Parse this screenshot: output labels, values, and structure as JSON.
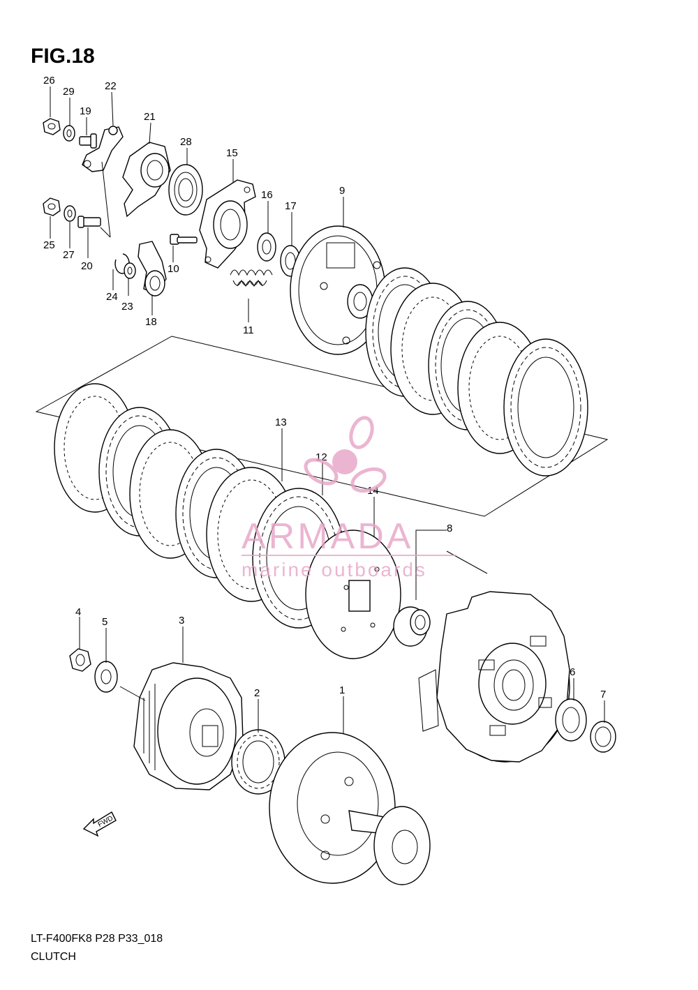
{
  "figure": {
    "title": "FIG.18",
    "code": "LT-F400FK8 P28 P33_018",
    "name": "CLUTCH"
  },
  "callouts": [
    "26",
    "29",
    "22",
    "19",
    "21",
    "28",
    "15",
    "16",
    "17",
    "9",
    "25",
    "27",
    "20",
    "10",
    "24",
    "23",
    "18",
    "11",
    "13",
    "12",
    "14",
    "8",
    "4",
    "5",
    "3",
    "2",
    "1",
    "6",
    "7"
  ],
  "direction_arrow": {
    "label": "FWD"
  },
  "watermark": {
    "brand": "ARMADA",
    "tagline": "marine outboards",
    "color": "#e7a3c6"
  }
}
